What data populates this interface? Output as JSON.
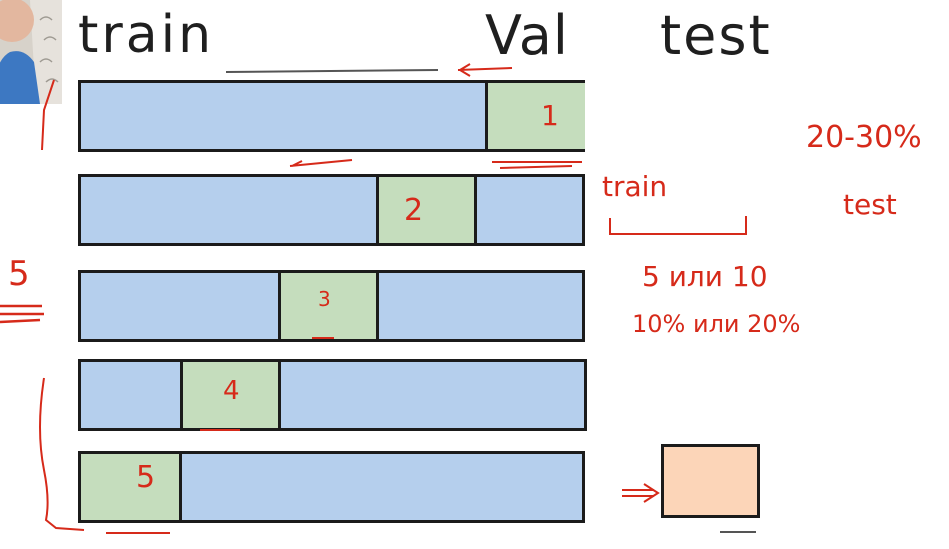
{
  "headers": {
    "train": "train",
    "val": "Val",
    "test": "test"
  },
  "folds": [
    {
      "label": "1",
      "position": 5
    },
    {
      "label": "2",
      "position": 4
    },
    {
      "label": "3",
      "position": 3
    },
    {
      "label": "4",
      "position": 2
    },
    {
      "label": "5",
      "position": 1
    }
  ],
  "annotations": {
    "test_ratio": "20-30%",
    "test_word": "test",
    "train_word": "train",
    "k_options": "5 или 10",
    "val_ratio": "10% или 20%",
    "k_count": "5"
  },
  "colors": {
    "train_fill": "#b5cfed",
    "val_fill": "#c5ddbd",
    "test_fill": "#fcd5b8",
    "ink_red": "#d62a1a",
    "ink_black": "#1b1b1b"
  }
}
